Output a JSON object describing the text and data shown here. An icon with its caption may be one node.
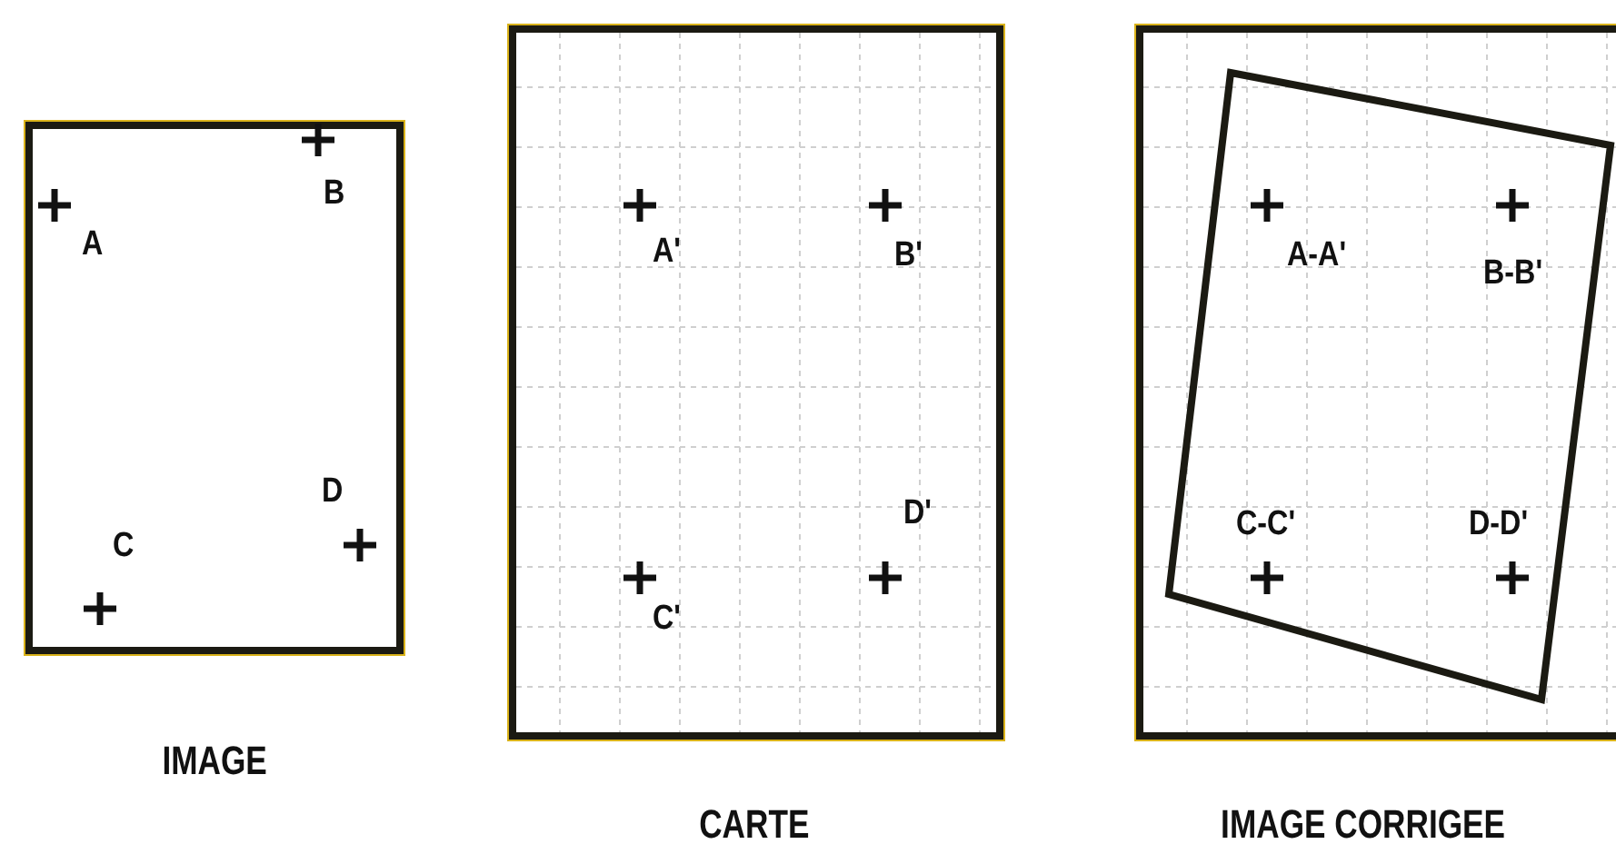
{
  "diagram": {
    "nodes": [
      {
        "text": [],
        "shape": "box",
        "beside": [
          "IMAGE"
        ]
      },
      {
        "text": [],
        "shape": "box",
        "beside": [
          "CARTE"
        ]
      },
      {
        "text": [],
        "shape": "box",
        "beside": [
          "IMAGE CORRIGEE"
        ]
      }
    ],
    "labels": [
      "A",
      "B",
      "C",
      "D",
      "A'",
      "B'",
      "C'",
      "D'",
      "A-A'",
      "B-B'",
      "C-C'",
      "D-D'"
    ]
  }
}
